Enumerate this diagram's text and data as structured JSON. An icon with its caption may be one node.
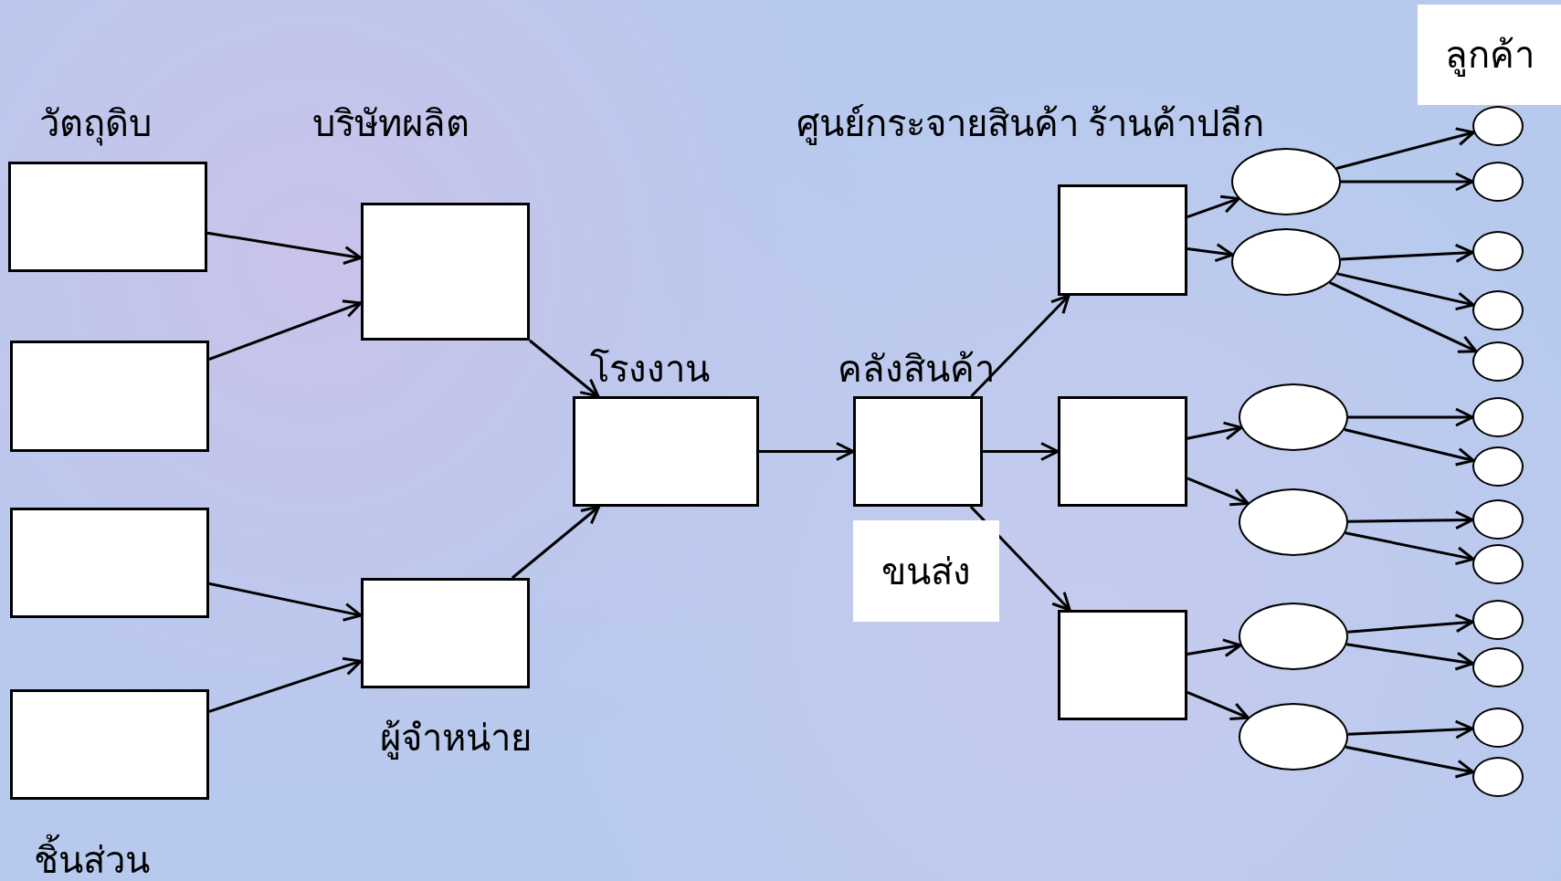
{
  "diagram": {
    "nodes": [
      {
        "text": [],
        "shape": "box"
      },
      {
        "text": [],
        "shape": "box"
      },
      {
        "text": [],
        "shape": "box"
      },
      {
        "text": [],
        "shape": "box"
      },
      {
        "text": [],
        "shape": "box"
      },
      {
        "text": [],
        "shape": "box"
      },
      {
        "text": [],
        "shape": "box"
      },
      {
        "text": [],
        "shape": "box"
      },
      {
        "text": [
          "ขนส่ง"
        ]
      },
      {
        "text": [],
        "shape": "box"
      },
      {
        "text": [],
        "shape": "box"
      },
      {
        "text": [],
        "shape": "box"
      },
      {
        "text": [],
        "shape": "ellipse"
      },
      {
        "text": [],
        "shape": "ellipse"
      },
      {
        "text": [],
        "shape": "ellipse"
      },
      {
        "text": [],
        "shape": "ellipse"
      },
      {
        "text": [],
        "shape": "ellipse"
      },
      {
        "text": [],
        "shape": "ellipse"
      },
      {
        "text": [
          "ลูกค้า"
        ]
      },
      {
        "text": [],
        "shape": "circle"
      },
      {
        "text": [],
        "shape": "circle"
      },
      {
        "text": [],
        "shape": "circle"
      },
      {
        "text": [],
        "shape": "circle"
      },
      {
        "text": [],
        "shape": "circle"
      },
      {
        "text": [],
        "shape": "circle"
      },
      {
        "text": [],
        "shape": "circle"
      },
      {
        "text": [],
        "shape": "circle"
      },
      {
        "text": [],
        "shape": "circle"
      },
      {
        "text": [],
        "shape": "circle"
      },
      {
        "text": [],
        "shape": "circle"
      },
      {
        "text": [],
        "shape": "circle"
      },
      {
        "text": [],
        "shape": "circle"
      }
    ],
    "edges": [
      {
        "from": 0,
        "to": 4,
        "arrow": "to"
      },
      {
        "from": 1,
        "to": 4,
        "arrow": "to"
      },
      {
        "from": 2,
        "to": 5,
        "arrow": "to"
      },
      {
        "from": 3,
        "to": 5,
        "arrow": "to"
      },
      {
        "from": 4,
        "to": 6,
        "arrow": "to"
      },
      {
        "from": 5,
        "to": 6,
        "arrow": "to"
      },
      {
        "from": 6,
        "to": 7,
        "arrow": "to"
      },
      {
        "from": 7,
        "to": 9,
        "arrow": "to"
      },
      {
        "from": 7,
        "to": 10,
        "arrow": "to"
      },
      {
        "from": 7,
        "to": 11,
        "arrow": "to"
      },
      {
        "from": 9,
        "to": 12,
        "arrow": "to"
      },
      {
        "from": 9,
        "to": 13,
        "arrow": "to"
      },
      {
        "from": 10,
        "to": 14,
        "arrow": "to"
      },
      {
        "from": 10,
        "to": 15,
        "arrow": "to"
      },
      {
        "from": 11,
        "to": 16,
        "arrow": "to"
      },
      {
        "from": 11,
        "to": 17,
        "arrow": "to"
      },
      {
        "from": 12,
        "to": 19,
        "arrow": "to"
      },
      {
        "from": 12,
        "to": 20,
        "arrow": "to"
      },
      {
        "from": 13,
        "to": 21,
        "arrow": "to"
      },
      {
        "from": 13,
        "to": 22,
        "arrow": "to"
      },
      {
        "from": 13,
        "to": 23,
        "arrow": "to"
      },
      {
        "from": 14,
        "to": 24,
        "arrow": "to"
      },
      {
        "from": 14,
        "to": 25,
        "arrow": "to"
      },
      {
        "from": 15,
        "to": 26,
        "arrow": "to"
      },
      {
        "from": 15,
        "to": 27,
        "arrow": "to"
      },
      {
        "from": 16,
        "to": 28,
        "arrow": "to"
      },
      {
        "from": 16,
        "to": 29,
        "arrow": "to"
      },
      {
        "from": 17,
        "to": 30,
        "arrow": "to"
      },
      {
        "from": 17,
        "to": 31,
        "arrow": "to"
      }
    ],
    "labels": [
      "วัตถุดิบ",
      "บริษัทผลิต",
      "ศูนย์กระจายสินค้า ร้านค้าปลีก",
      "โรงงาน",
      "คลังสินค้า",
      "ผู้จำหน่าย",
      "ชิ้นส่วน"
    ]
  }
}
